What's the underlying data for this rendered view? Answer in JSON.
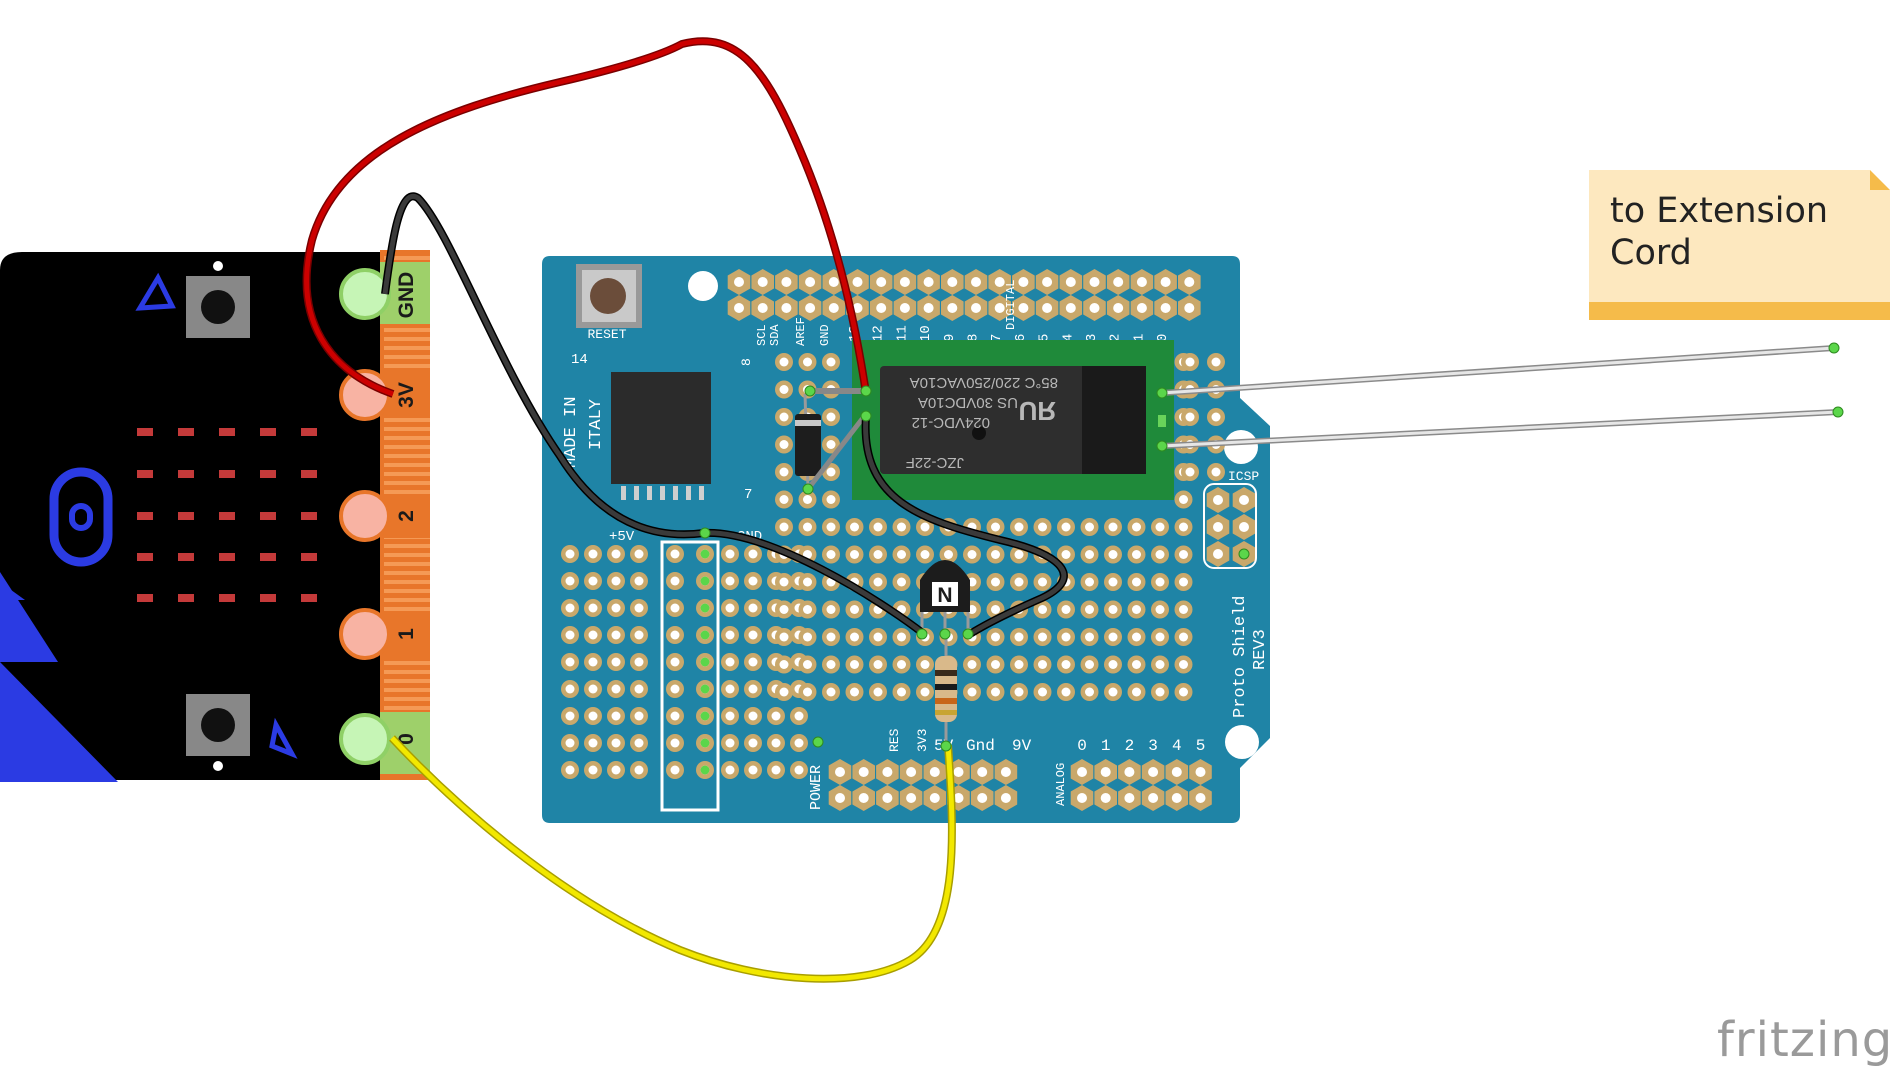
{
  "microbit": {
    "pins": [
      "GND",
      "3V",
      "2",
      "1",
      "0"
    ]
  },
  "shield": {
    "reset_label": "RESET",
    "made_in": [
      "MADE IN",
      "ITALY"
    ],
    "ic_number": "14",
    "ic_pin": "7",
    "rail_plus": "+5V",
    "rail_gnd": "GND",
    "header_top_left": [
      "SCL",
      "SDA",
      "AREF",
      "GND"
    ],
    "header_top_numbers": [
      "13",
      "12",
      "11",
      "10",
      "9",
      "8",
      "7",
      "6",
      "5",
      "4",
      "3",
      "2",
      "1",
      "0"
    ],
    "header_digital_label": "DIGITAL",
    "header_digital_8": "8",
    "icsp_label": "ICSP",
    "brand_label": "Proto Shield",
    "rev_label": "REV3",
    "power_label": "POWER",
    "analog_label": "ANALOG",
    "power_pins": [
      "RES",
      "3V3",
      "5V",
      "Gnd",
      "9V"
    ],
    "analog_pins": [
      "0",
      "1",
      "2",
      "3",
      "4",
      "5"
    ]
  },
  "relay": {
    "line1": "85°C  220/250VAC10A",
    "line2": "US   30VDC10A",
    "line3": "024VDC-12",
    "line4": "JZC-22F",
    "logo": "ЯU"
  },
  "transistor": {
    "mark": "N"
  },
  "note": {
    "text": "to Extension Cord"
  },
  "branding": {
    "name": "fritzing"
  },
  "colors": {
    "board_blue": "#1f84a6",
    "microbit_black": "#000000",
    "wire_red": "#cc0000",
    "wire_black": "#1a1a1a",
    "wire_yellow": "#f2e800",
    "relay_green": "#1f8a3a",
    "note_fill": "#fde8bf",
    "note_bar": "#f5bb4a"
  }
}
